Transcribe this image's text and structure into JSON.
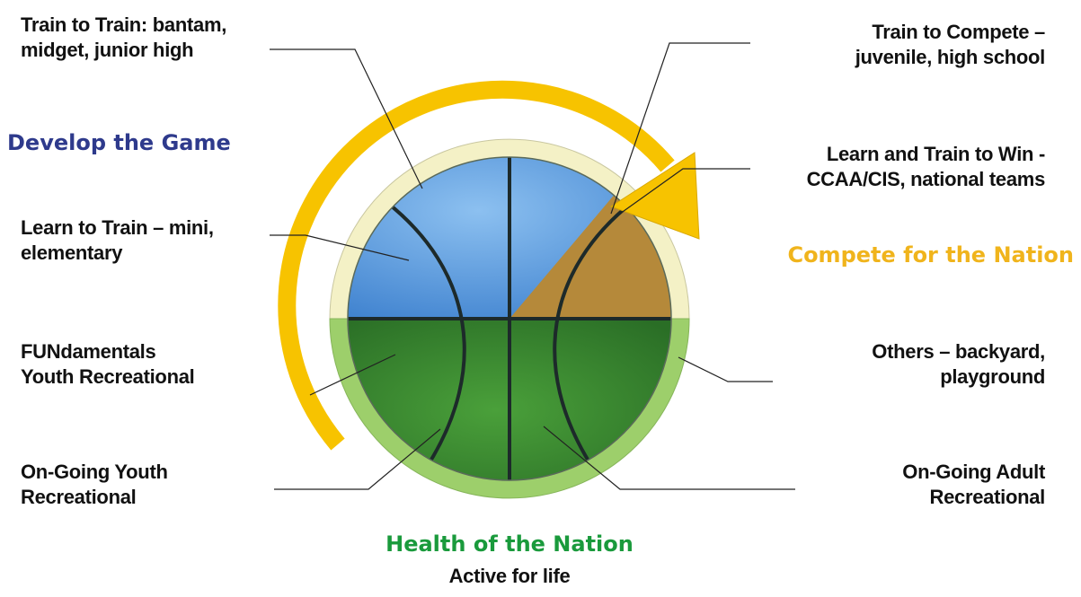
{
  "colors": {
    "develop": "#2e3a8c",
    "compete": "#f0b41c",
    "health": "#1a9a3c",
    "ball_blue": "#5fa0e0",
    "ball_green": "#3f9232",
    "ball_orange": "#b5893a",
    "ring_green": "#9dcf6b",
    "ring_cream": "#f4f1c6",
    "arrow_yellow": "#f7c300"
  },
  "sections": {
    "develop": "Develop the Game",
    "compete": "Compete for the Nation",
    "health": "Health of the Nation",
    "health_sub": "Active for life"
  },
  "labels": {
    "train_to_train": [
      "Train to Train: bantam,",
      "midget, junior high"
    ],
    "learn_to_train": [
      "Learn to Train – mini,",
      "elementary"
    ],
    "fundamentals": [
      "FUNdamentals",
      "Youth Recreational"
    ],
    "ongoing_youth": [
      "On-Going Youth",
      "Recreational"
    ],
    "train_to_compete": [
      "Train to Compete –",
      "juvenile, high school"
    ],
    "learn_train_win": [
      "Learn and Train to Win -",
      "CCAA/CIS, national teams"
    ],
    "others": [
      "Others – backyard,",
      "playground"
    ],
    "ongoing_adult": [
      "On-Going Adult",
      "Recreational"
    ]
  }
}
